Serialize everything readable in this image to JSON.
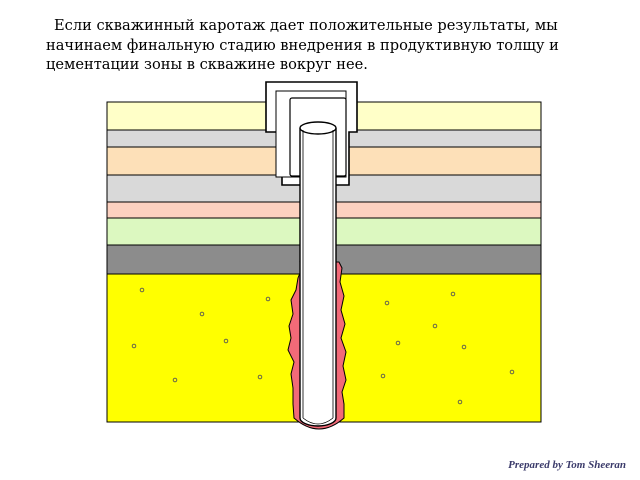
{
  "caption": {
    "text": "Если скважинный каротаж дает положительные результаты, мы начинаем финальную стадию внедрения в продуктивную толщу и цементации зоны в скважине вокруг нее."
  },
  "credit": {
    "text": "Prepared by Tom Sheeran"
  },
  "layers": [
    {
      "name": "layer-1",
      "color": "#ffffc8"
    },
    {
      "name": "layer-2",
      "color": "#d9d9d9"
    },
    {
      "name": "layer-3",
      "color": "#fde0b8"
    },
    {
      "name": "layer-4",
      "color": "#d9d9d9"
    },
    {
      "name": "layer-5",
      "color": "#fcd1c0"
    },
    {
      "name": "layer-6",
      "color": "#dcf8c0"
    },
    {
      "name": "layer-7",
      "color": "#8c8c8c"
    },
    {
      "name": "productive-zone",
      "color": "#ffff00"
    }
  ],
  "cement_color": "#f26a78",
  "pipe_color": "#ffffff",
  "outline_color": "#000000"
}
